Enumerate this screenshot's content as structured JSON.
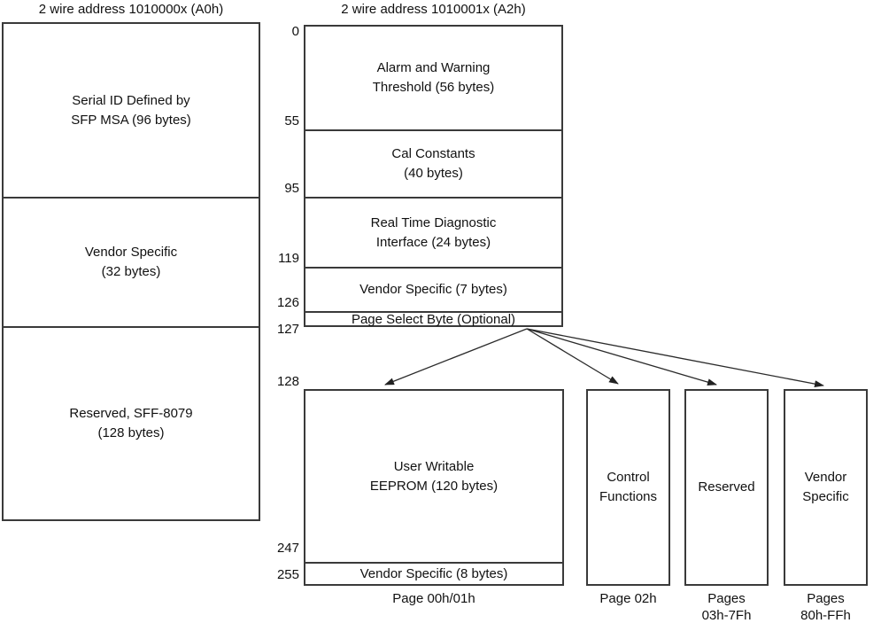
{
  "titles": {
    "a0": "2 wire address 1010000x (A0h)",
    "a2": "2 wire address 1010001x (A2h)"
  },
  "a0": {
    "sections": [
      {
        "label": "Serial ID Defined by\nSFP MSA (96 bytes)"
      },
      {
        "label": "Vendor Specific\n(32 bytes)"
      },
      {
        "label": "Reserved, SFF-8079\n(128 bytes)"
      }
    ]
  },
  "a2": {
    "start_offset": "0",
    "sections": [
      {
        "label": "Alarm and Warning\nThreshold  (56 bytes)",
        "end_offset": "55"
      },
      {
        "label": "Cal Constants\n(40 bytes)",
        "end_offset": "95"
      },
      {
        "label": "Real Time Diagnostic\nInterface (24 bytes)",
        "end_offset": "119"
      },
      {
        "label": "Vendor Specific (7 bytes)",
        "end_offset": "126"
      },
      {
        "label": "Page Select Byte (Optional)",
        "end_offset": "127"
      }
    ]
  },
  "page00": {
    "start_offset": "128",
    "sections": [
      {
        "label": "User Writable\nEEPROM (120 bytes)",
        "end_offset": "247"
      },
      {
        "label": "Vendor Specific (8 bytes)",
        "end_offset": "255"
      }
    ],
    "caption": "Page 00h/01h"
  },
  "page02": {
    "label": "Control\nFunctions",
    "caption": "Page 02h"
  },
  "pages03_7f": {
    "label": "Reserved",
    "caption": "Pages\n03h-7Fh"
  },
  "pages80_ff": {
    "label": "Vendor\nSpecific",
    "caption": "Pages\n80h-FFh"
  },
  "colors": {
    "background": "#ffffff",
    "line": "#3a3a3a",
    "text": "#111111"
  }
}
